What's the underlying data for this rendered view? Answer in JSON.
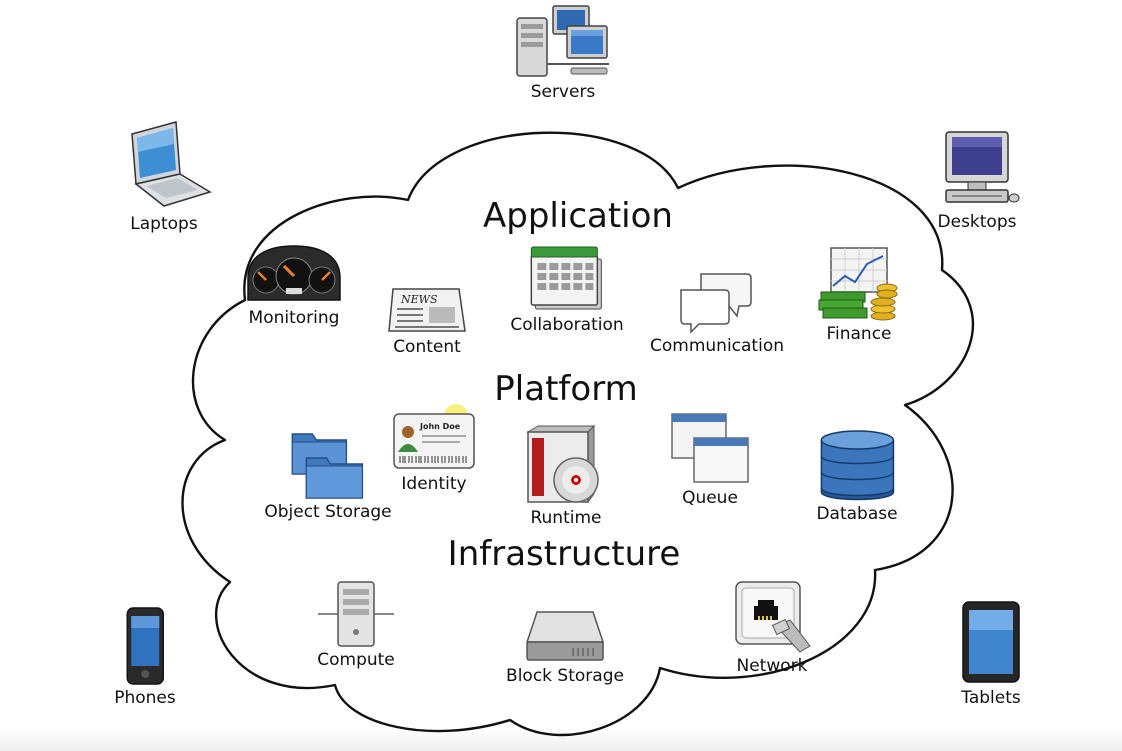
{
  "diagram": {
    "sections": {
      "application": "Application",
      "platform": "Platform",
      "infrastructure": "Infrastructure"
    },
    "devices": {
      "servers": "Servers",
      "laptops": "Laptops",
      "desktops": "Desktops",
      "phones": "Phones",
      "tablets": "Tablets"
    },
    "application": {
      "monitoring": "Monitoring",
      "content": "Content",
      "content_icon_text": "NEWS",
      "collaboration": "Collaboration",
      "communication": "Communication",
      "finance": "Finance"
    },
    "platform": {
      "object_storage": "Object Storage",
      "identity": "Identity",
      "identity_icon_text": "John Doe",
      "runtime": "Runtime",
      "queue": "Queue",
      "database": "Database"
    },
    "infrastructure": {
      "compute": "Compute",
      "block_storage": "Block Storage",
      "network": "Network"
    }
  }
}
